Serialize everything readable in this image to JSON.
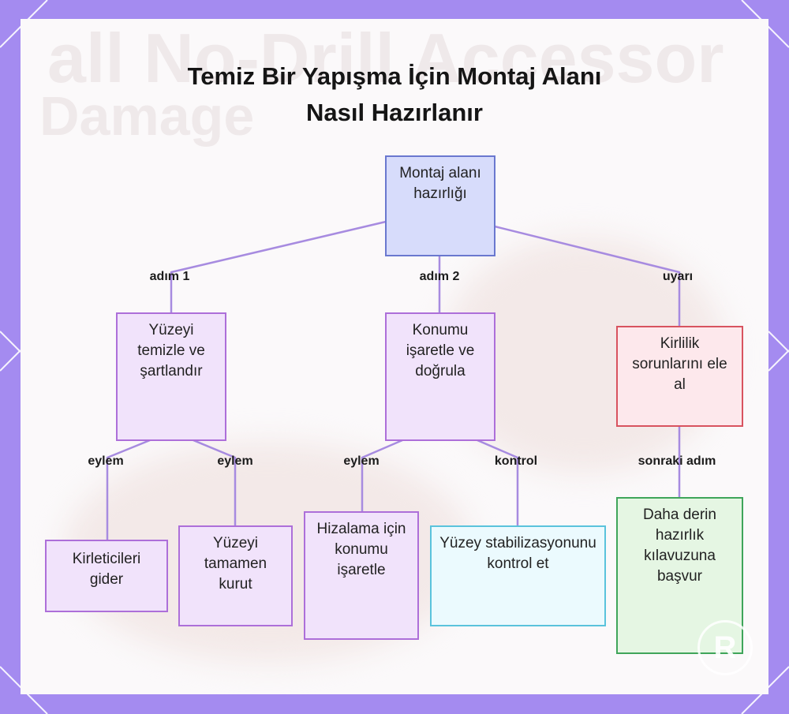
{
  "title_line1": "Temiz Bir Yapışma İçin Montaj Alanı",
  "title_line2": "Nasıl Hazırlanır",
  "background_text_1": "all No-Drill Accessor",
  "background_text_2": "Damage",
  "watermark": "R",
  "colors": {
    "frame": "#a48bf0",
    "edge": "#a78be0",
    "root_fill": "#d7dcfb",
    "purple_fill": "#f1e3fb",
    "red_fill": "#fde8ec",
    "cyan_fill": "#ebfafe",
    "green_fill": "#e5f6e3"
  },
  "nodes": {
    "root": "Montaj alanı hazırlığı",
    "clean": "Yüzeyi temizle ve şartlandır",
    "mark": "Konumu işaretle ve doğrula",
    "dirt": "Kirlilik sorunlarını ele al",
    "remove": "Kirleticileri gider",
    "dry": "Yüzeyi tamamen kurut",
    "align": "Hizalama için konumu işaretle",
    "stability": "Yüzey stabilizasyonunu kontrol et",
    "guide": "Daha derin hazırlık kılavuzuna başvur"
  },
  "edges": {
    "step1": "adım 1",
    "step2": "adım 2",
    "warning": "uyarı",
    "action1": "eylem",
    "action2": "eylem",
    "action3": "eylem",
    "check": "kontrol",
    "next": "sonraki adım"
  }
}
